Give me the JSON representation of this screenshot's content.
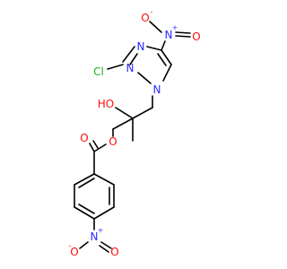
{
  "molecule": {
    "colors": {
      "carbon_bond": "#000000",
      "nitrogen": "#2a2aff",
      "oxygen": "#ff0d0d",
      "chlorine": "#1fb01f"
    },
    "labels": {
      "ring_n_top": "N",
      "ring_n1": "N",
      "ring_n3": "N",
      "chloro": "Cl",
      "nitro_top_o_left": "O",
      "nitro_top_o_left_charge": "-",
      "nitro_top_n": "N",
      "nitro_top_n_charge": "+",
      "nitro_top_o_right": "O",
      "hydroxyl": "HO",
      "ester_o": "O",
      "carbonyl_o": "O",
      "nitro_bottom_o_left": "O",
      "nitro_bottom_o_left_charge": "-",
      "nitro_bottom_n": "N",
      "nitro_bottom_n_charge": "+",
      "nitro_bottom_o_right": "O"
    }
  }
}
